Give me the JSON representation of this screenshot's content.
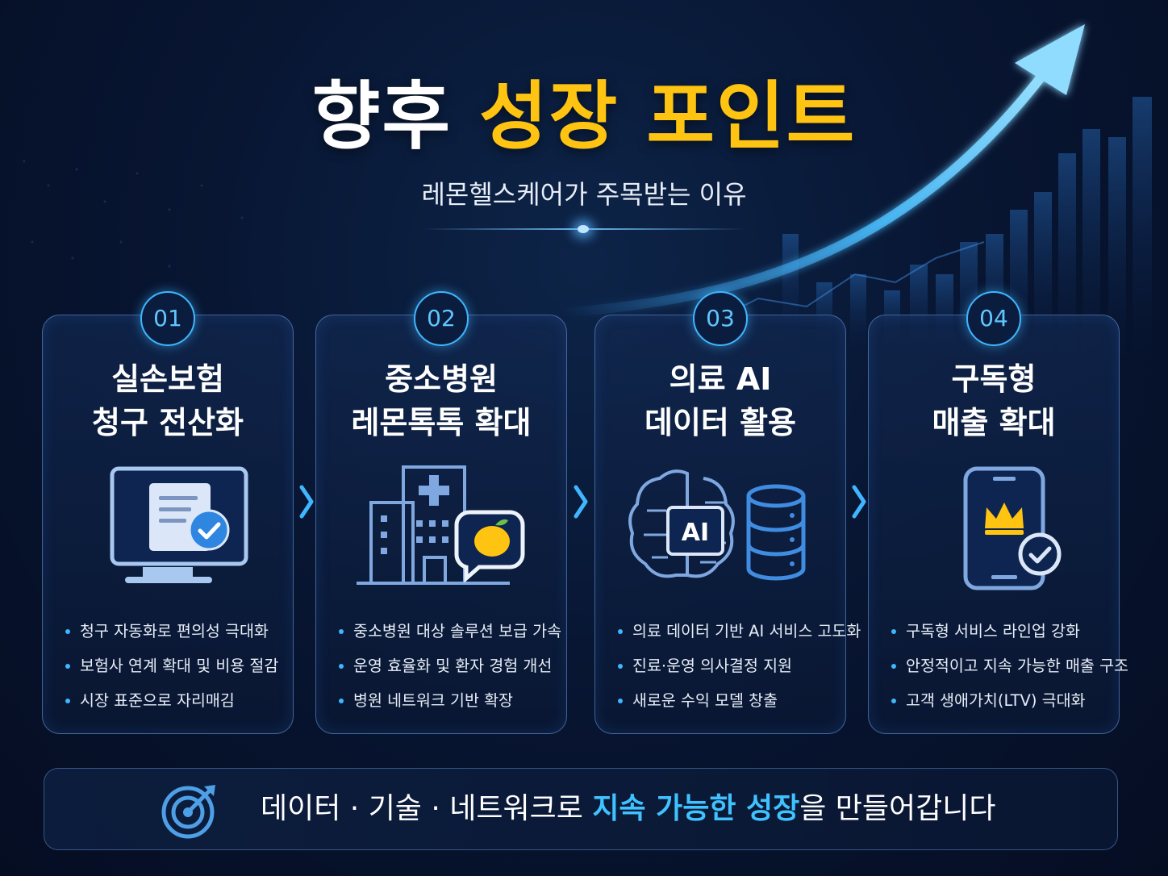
{
  "title": {
    "part1": "향후",
    "part2": "성장 포인트"
  },
  "subtitle": "레몬헬스케어가 주목받는 이유",
  "colors": {
    "accent_yellow": "#ffc412",
    "accent_blue": "#3fb6ff",
    "background": "#081633"
  },
  "cards": [
    {
      "number": "01",
      "title_line1": "실손보험",
      "title_line2": "청구 전산화",
      "icon": "monitor-document-check-icon",
      "bullets": [
        "청구 자동화로 편의성 극대화",
        "보험사 연계 확대 및 비용 절감",
        "시장 표준으로 자리매김"
      ]
    },
    {
      "number": "02",
      "title_line1": "중소병원",
      "title_line2": "레몬톡톡 확대",
      "icon": "hospital-lemon-chat-icon",
      "bullets": [
        "중소병원 대상 솔루션 보급 가속",
        "운영 효율화 및 환자 경험 개선",
        "병원 네트워크 기반 확장"
      ]
    },
    {
      "number": "03",
      "title_line1": "의료 AI",
      "title_line2": "데이터 활용",
      "icon": "ai-brain-database-icon",
      "icon_label": "AI",
      "bullets": [
        "의료 데이터 기반 AI 서비스 고도화",
        "진료·운영 의사결정 지원",
        "새로운 수익 모델 창출"
      ]
    },
    {
      "number": "04",
      "title_line1": "구독형",
      "title_line2": "매출 확대",
      "icon": "phone-crown-check-icon",
      "bullets": [
        "구독형 서비스 라인업 강화",
        "안정적이고 지속 가능한 매출 구조",
        "고객 생애가치(LTV) 극대화"
      ]
    }
  ],
  "footer": {
    "icon": "target-arrow-icon",
    "text_before": "데이터 · 기술 · 네트워크로 ",
    "text_highlight": "지속 가능한 성장",
    "text_after": "을 만들어갑니다"
  }
}
